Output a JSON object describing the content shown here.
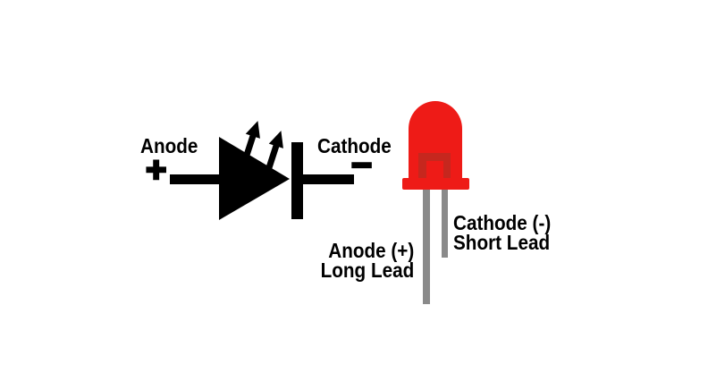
{
  "colors": {
    "background": "#ffffff",
    "symbol_black": "#000000",
    "led_red": "#ee1b17",
    "led_dark_red": "#c6271e",
    "lead_gray": "#8a8a8a"
  },
  "schematic": {
    "anode_label": "Anode",
    "anode_polarity_symbol": "+",
    "cathode_label": "Cathode",
    "cathode_polarity_symbol": "−"
  },
  "led": {
    "anode_lead_label": {
      "line1": "Anode (+)",
      "line2": "Long Lead"
    },
    "cathode_lead_label": {
      "line1": "Cathode (-)",
      "line2": "Short Lead"
    }
  },
  "icons": {
    "diode-triangle-icon": "svg-right-pointing-triangle",
    "cathode-bar-icon": "svg-vertical-bar",
    "light-emission-arrow-icon": "svg-arrow-up-right",
    "plus-icon": "+",
    "minus-icon": "−"
  }
}
